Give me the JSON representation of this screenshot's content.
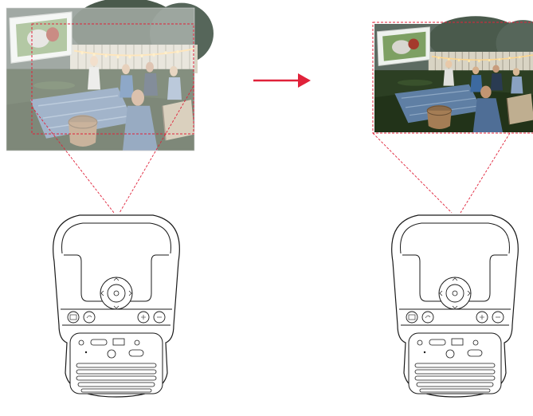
{
  "colors": {
    "accent_red": "#e0223a",
    "outline": "#1a1a1a",
    "grass": "#2c3f23",
    "sky": "#5d6b62"
  },
  "before": {
    "state": "faded-photo-with-dashed-keystone-target"
  },
  "arrow": {
    "direction": "right",
    "icon": "arrow-right-icon"
  },
  "after": {
    "state": "corrected-photo-with-dashed-border"
  },
  "projector": {
    "top_buttons": [
      "input-icon",
      "back-icon",
      "up-icon",
      "down-icon",
      "left-icon",
      "right-icon",
      "ok-icon",
      "plus-icon",
      "minus-icon"
    ]
  }
}
